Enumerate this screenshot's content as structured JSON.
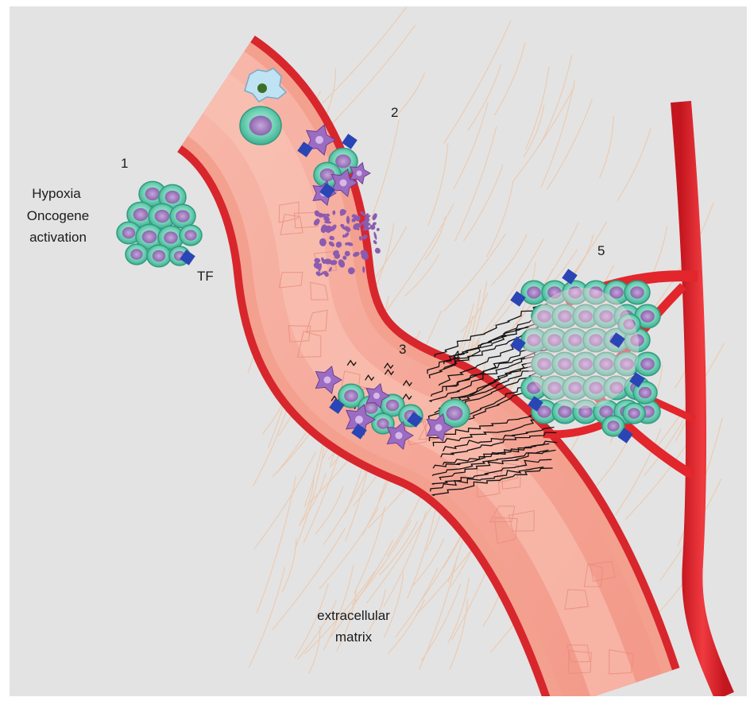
{
  "labels": {
    "step1": "1",
    "step2": "2",
    "step3": "3",
    "step4": "4",
    "step5": "5",
    "hypoxia": "Hypoxia",
    "oncogene": "Oncogene",
    "activation": "activation",
    "tf": "TF",
    "ecm_line1": "extracellular",
    "ecm_line2": "matrix"
  },
  "colors": {
    "background": "#e3e3e3",
    "vessel_wall": "#e8343a",
    "vessel_lumen": "#f4a99c",
    "vessel_inner": "#f8bfb0",
    "tumor_cell": "#5fc9aa",
    "tumor_nucleus": "#9a72b6",
    "platelet": "#8c5bb0",
    "tissue_factor": "#2946b8",
    "fibrin": "#111111",
    "ecm_fiber": "#e9c7ae"
  }
}
